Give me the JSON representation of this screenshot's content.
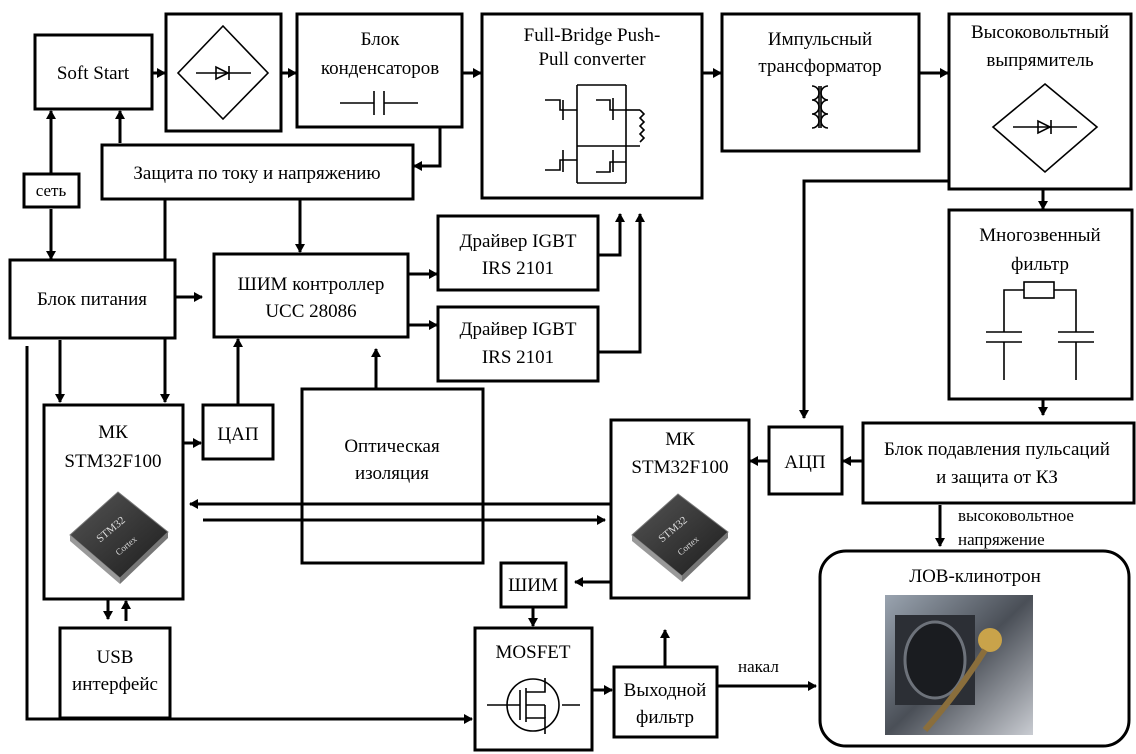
{
  "blocks": {
    "soft_start": "Soft Start",
    "rectifier_input": "",
    "capacitors": [
      "Блок",
      "конденсаторов"
    ],
    "converter": [
      "Full-Bridge Push-",
      "Pull converter"
    ],
    "transformer": [
      "Импульсный",
      "трансформатор"
    ],
    "hv_rectifier": [
      "Высоковольтный",
      "выпрямитель"
    ],
    "protection": "Защита по току и напряжению",
    "mains": "сеть",
    "driver_1": [
      "Драйвер IGBT",
      "IRS 2101"
    ],
    "driver_2": [
      "Драйвер IGBT",
      "IRS 2101"
    ],
    "multistage_filter": [
      "Многозвенный",
      "фильтр"
    ],
    "power_supply": "Блок питания",
    "pwm_controller": [
      "ШИМ контроллер",
      "UCC 28086"
    ],
    "mcu_left": [
      "МК",
      "STM32F100"
    ],
    "dac": "ЦАП",
    "optical_isolation": [
      "Оптическая",
      "изоляция"
    ],
    "mcu_right": [
      "МК",
      "STM32F100"
    ],
    "adc": "АЦП",
    "ripple_block": [
      "Блок подавления пульсаций",
      "и защита от КЗ"
    ],
    "hv_output": [
      "высоковольтное",
      "напряжение"
    ],
    "bwo": "ЛОВ-клинотрон",
    "pwm": "ШИМ",
    "usb": [
      "USB",
      "интерфейс"
    ],
    "mosfet": "MOSFET",
    "output_filter": [
      "Выходной",
      "фильтр"
    ],
    "filament": "накал"
  },
  "chip_marks": [
    "STM32",
    "Cortex"
  ],
  "colors": {
    "line": "#000000",
    "background": "#ffffff",
    "chip": "#2b2b2b"
  }
}
